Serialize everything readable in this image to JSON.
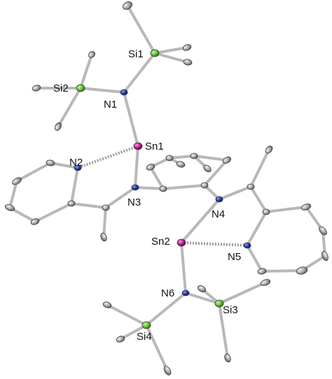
{
  "figure": {
    "labels": {
      "si1": "Si1",
      "si2": "Si2",
      "n1": "N1",
      "sn1": "Sn1",
      "n2": "N2",
      "n3": "N3",
      "n4": "N4",
      "sn2": "Sn2",
      "n5": "N5",
      "n6": "N6",
      "si3": "Si3",
      "si4": "Si4"
    },
    "colors": {
      "background": "#ffffff",
      "bond": "#b8b8b8",
      "bond_outline": "#8a8a8a",
      "carbon": "#8c8c8c",
      "nitrogen": "#1f2fa8",
      "tin": "#b0158f",
      "silicon": "#55c22c",
      "contact_dash": "#9a9a9a"
    }
  }
}
